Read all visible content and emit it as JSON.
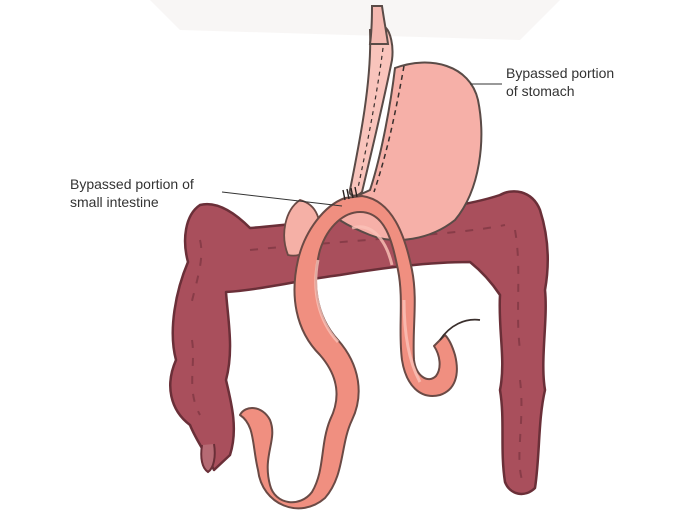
{
  "labels": {
    "stomach": {
      "line1": "Bypassed portion",
      "line2": "of stomach"
    },
    "small_intestine": {
      "line1": "Bypassed portion of",
      "line2": "small intestine"
    }
  },
  "colors": {
    "colon_fill": "#a94f5c",
    "colon_outline": "#6a2f38",
    "stomach_fill": "#f6b0a8",
    "stomach_outline": "#5a4b47",
    "intestine_fill": "#f08f80",
    "intestine_outline": "#6b4a45"
  }
}
